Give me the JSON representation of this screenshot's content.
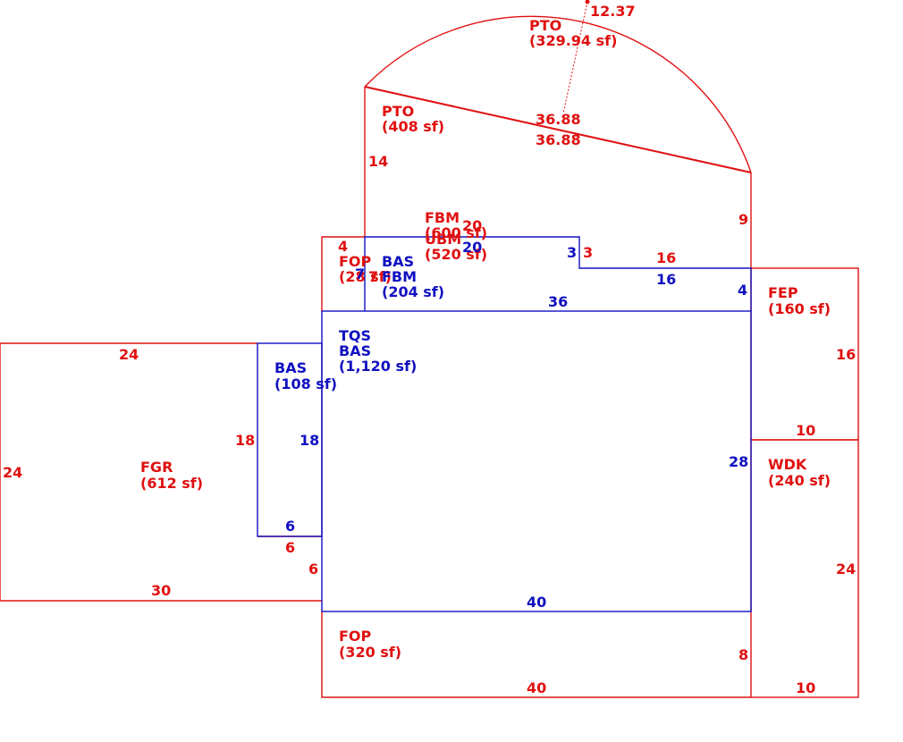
{
  "colors": {
    "red": "#e01010",
    "blue": "#1010c0"
  },
  "areas": [
    {
      "id": "pto_arc",
      "code": "PTO",
      "area": "(329.94 sf)",
      "color": "red"
    },
    {
      "id": "pto",
      "code": "PTO",
      "area": "(408 sf)",
      "color": "red"
    },
    {
      "id": "fbm600",
      "code": "FBM",
      "area": "(600 sf)",
      "color": "red"
    },
    {
      "id": "ubm",
      "code": "UBM",
      "area": "(520 sf)",
      "color": "red"
    },
    {
      "id": "fop28",
      "code": "FOP",
      "area": "(28 sf)",
      "color": "red"
    },
    {
      "id": "bas_fbm",
      "code": "BAS",
      "code2": "FBM",
      "area": "(204 sf)",
      "color": "blue"
    },
    {
      "id": "fep",
      "code": "FEP",
      "area": "(160 sf)",
      "color": "red"
    },
    {
      "id": "tqs_bas",
      "code": "TQS",
      "code2": "BAS",
      "area": "(1,120 sf)",
      "color": "blue"
    },
    {
      "id": "bas108",
      "code": "BAS",
      "area": "(108 sf)",
      "color": "blue"
    },
    {
      "id": "fgr",
      "code": "FGR",
      "area": "(612 sf)",
      "color": "red"
    },
    {
      "id": "wdk",
      "code": "WDK",
      "area": "(240 sf)",
      "color": "red"
    },
    {
      "id": "fop320",
      "code": "FOP",
      "area": "(320 sf)",
      "color": "red"
    }
  ],
  "dimensions": {
    "arc_radius": "12.37",
    "diag_top": "36.88",
    "diag_bottom": "36.88",
    "pto_left": "14",
    "pto_right": "9",
    "fbm_top_red": "20",
    "fbm_top_blue": "20",
    "step_blue": "3",
    "step_red": "3",
    "fop_top": "4",
    "fop_side_a": "7",
    "fop_side_b": "7",
    "upper_red_16": "16",
    "upper_blue_16": "16",
    "upper_right_4": "4",
    "upper_36": "36",
    "fep_16": "16",
    "fep_10": "10",
    "fgr_top": "24",
    "fgr_left": "24",
    "fgr_18": "18",
    "bas_18": "18",
    "bas_6": "6",
    "fgr_6a": "6",
    "fgr_6b": "6",
    "fgr_30": "30",
    "main_28": "28",
    "main_40": "40",
    "wdk_24": "24",
    "fop_8": "8",
    "fop_40": "40",
    "wdk_10": "10"
  }
}
